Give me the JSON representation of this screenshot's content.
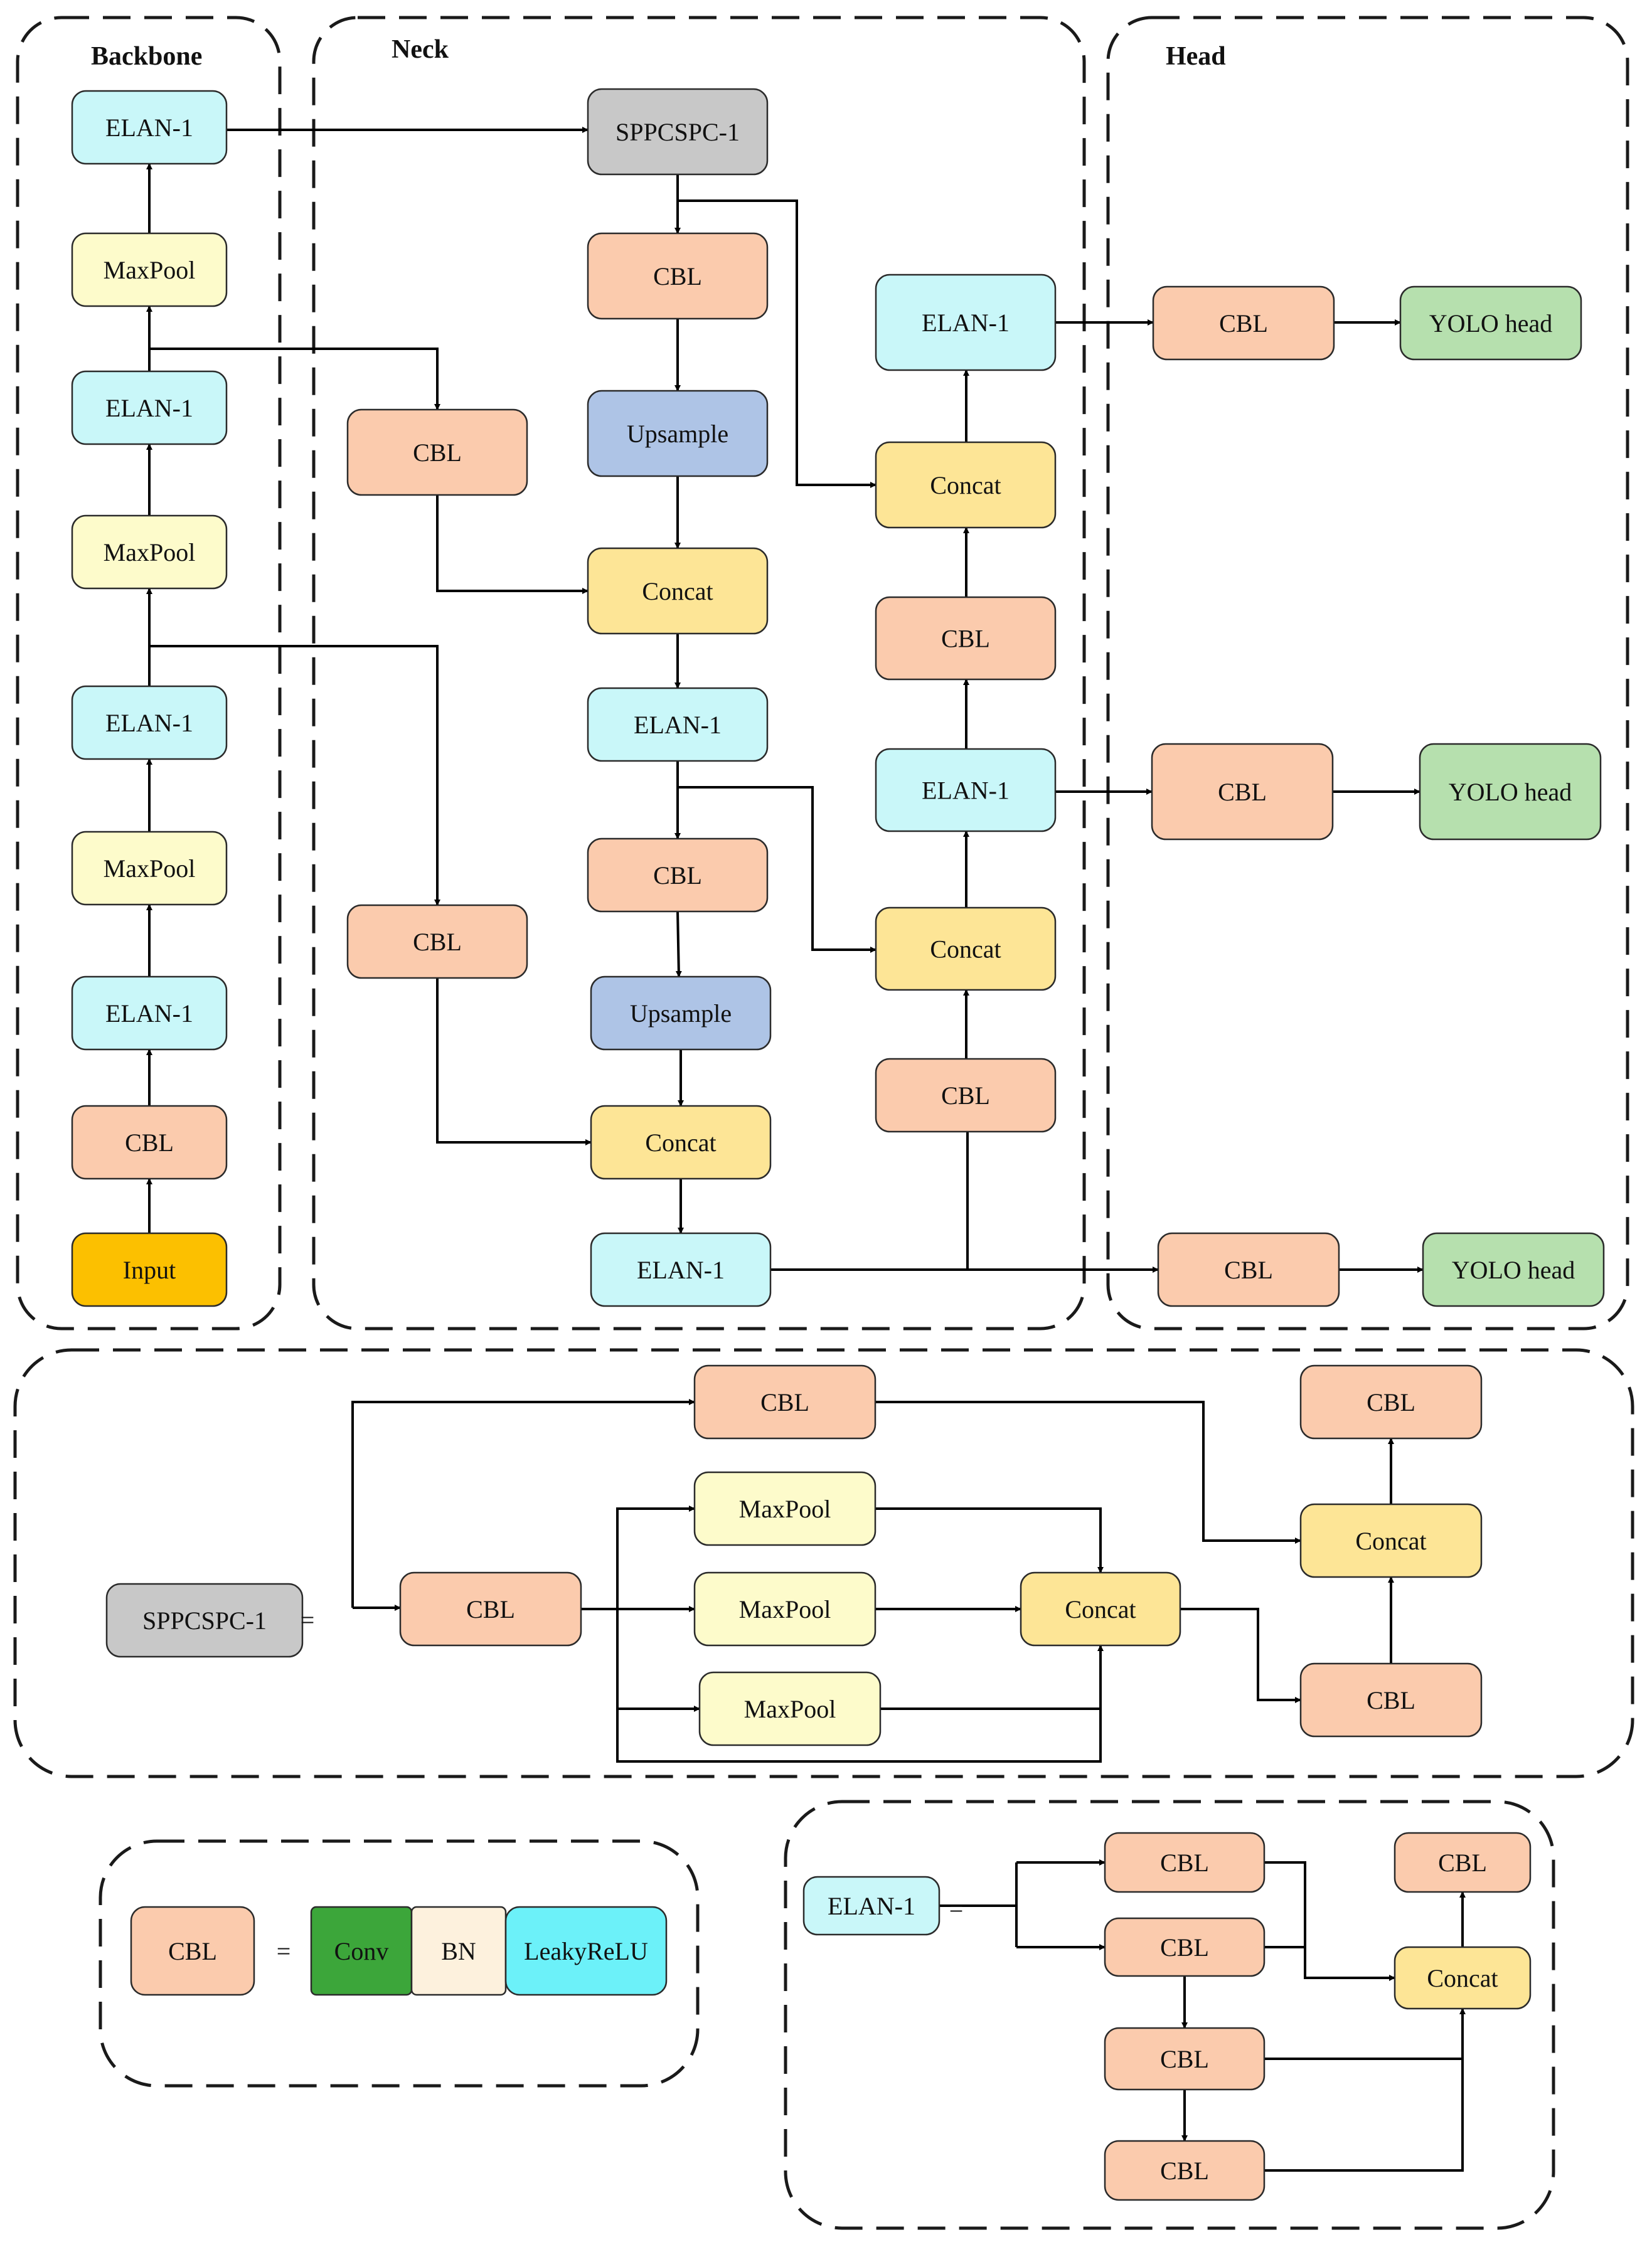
{
  "colors": {
    "CBL": "#fbcbad",
    "ELAN-1": "#c9f7f9",
    "MaxPool": "#fdfbcb",
    "SPPCSPC-1": "#c8c8c8",
    "Upsample": "#aec4e6",
    "Concat": "#fde596",
    "Input": "#fcc000",
    "YOLO head": "#b6e0ae",
    "Conv": "#3ca63a",
    "BN": "#fdf1dd",
    "LeakyReLU": "#6cf1f9"
  },
  "regions": [
    {
      "id": "backbone",
      "label": "Backbone"
    },
    {
      "id": "neck",
      "label": "Neck"
    },
    {
      "id": "head",
      "label": "Head"
    },
    {
      "id": "sppcspc",
      "label": ""
    },
    {
      "id": "cbl-def",
      "label": ""
    },
    {
      "id": "elan-def",
      "label": ""
    }
  ],
  "nodes": [
    {
      "id": "bb_input",
      "label": "Input",
      "type": "Input"
    },
    {
      "id": "bb_cbl",
      "label": "CBL",
      "type": "CBL"
    },
    {
      "id": "bb_elan1",
      "label": "ELAN-1",
      "type": "ELAN-1"
    },
    {
      "id": "bb_mp1",
      "label": "MaxPool",
      "type": "MaxPool"
    },
    {
      "id": "bb_elan2",
      "label": "ELAN-1",
      "type": "ELAN-1"
    },
    {
      "id": "bb_mp2",
      "label": "MaxPool",
      "type": "MaxPool"
    },
    {
      "id": "bb_elan3",
      "label": "ELAN-1",
      "type": "ELAN-1"
    },
    {
      "id": "bb_mp3",
      "label": "MaxPool",
      "type": "MaxPool"
    },
    {
      "id": "bb_elan4",
      "label": "ELAN-1",
      "type": "ELAN-1"
    },
    {
      "id": "nk_spp",
      "label": "SPPCSPC-1",
      "type": "SPPCSPC-1"
    },
    {
      "id": "nk_cbl1",
      "label": "CBL",
      "type": "CBL"
    },
    {
      "id": "nk_up1",
      "label": "Upsample",
      "type": "Upsample"
    },
    {
      "id": "nk_lcbl1",
      "label": "CBL",
      "type": "CBL"
    },
    {
      "id": "nk_cat1",
      "label": "Concat",
      "type": "Concat"
    },
    {
      "id": "nk_elan1",
      "label": "ELAN-1",
      "type": "ELAN-1"
    },
    {
      "id": "nk_cbl2",
      "label": "CBL",
      "type": "CBL"
    },
    {
      "id": "nk_up2",
      "label": "Upsample",
      "type": "Upsample"
    },
    {
      "id": "nk_lcbl2",
      "label": "CBL",
      "type": "CBL"
    },
    {
      "id": "nk_cat2",
      "label": "Concat",
      "type": "Concat"
    },
    {
      "id": "nk_elan2",
      "label": "ELAN-1",
      "type": "ELAN-1"
    },
    {
      "id": "nk_rcbl1",
      "label": "CBL",
      "type": "CBL"
    },
    {
      "id": "nk_rcat1",
      "label": "Concat",
      "type": "Concat"
    },
    {
      "id": "nk_relan1",
      "label": "ELAN-1",
      "type": "ELAN-1"
    },
    {
      "id": "nk_rcbl2",
      "label": "CBL",
      "type": "CBL"
    },
    {
      "id": "nk_rcat2",
      "label": "Concat",
      "type": "Concat"
    },
    {
      "id": "nk_relan2",
      "label": "ELAN-1",
      "type": "ELAN-1"
    },
    {
      "id": "hd_cbl1",
      "label": "CBL",
      "type": "CBL"
    },
    {
      "id": "hd_yolo1",
      "label": "YOLO head",
      "type": "YOLO head"
    },
    {
      "id": "hd_cbl2",
      "label": "CBL",
      "type": "CBL"
    },
    {
      "id": "hd_yolo2",
      "label": "YOLO head",
      "type": "YOLO head"
    },
    {
      "id": "hd_cbl3",
      "label": "CBL",
      "type": "CBL"
    },
    {
      "id": "hd_yolo3",
      "label": "YOLO head",
      "type": "YOLO head"
    },
    {
      "id": "sp_src",
      "label": "SPPCSPC-1",
      "type": "SPPCSPC-1"
    },
    {
      "id": "sp_cbl_in",
      "label": "CBL",
      "type": "CBL"
    },
    {
      "id": "sp_cbl_top",
      "label": "CBL",
      "type": "CBL"
    },
    {
      "id": "sp_mp1",
      "label": "MaxPool",
      "type": "MaxPool"
    },
    {
      "id": "sp_mp2",
      "label": "MaxPool",
      "type": "MaxPool"
    },
    {
      "id": "sp_mp3",
      "label": "MaxPool",
      "type": "MaxPool"
    },
    {
      "id": "sp_cat_mid",
      "label": "Concat",
      "type": "Concat"
    },
    {
      "id": "sp_cbl_low",
      "label": "CBL",
      "type": "CBL"
    },
    {
      "id": "sp_cat_out",
      "label": "Concat",
      "type": "Concat"
    },
    {
      "id": "sp_cbl_out",
      "label": "CBL",
      "type": "CBL"
    },
    {
      "id": "cd_cbl",
      "label": "CBL",
      "type": "CBL"
    },
    {
      "id": "cd_conv",
      "label": "Conv",
      "type": "Conv"
    },
    {
      "id": "cd_bn",
      "label": "BN",
      "type": "BN"
    },
    {
      "id": "cd_relu",
      "label": "LeakyReLU",
      "type": "LeakyReLU"
    },
    {
      "id": "el_src",
      "label": "ELAN-1",
      "type": "ELAN-1"
    },
    {
      "id": "el_cbl1",
      "label": "CBL",
      "type": "CBL"
    },
    {
      "id": "el_cbl2",
      "label": "CBL",
      "type": "CBL"
    },
    {
      "id": "el_cbl3",
      "label": "CBL",
      "type": "CBL"
    },
    {
      "id": "el_cbl4",
      "label": "CBL",
      "type": "CBL"
    },
    {
      "id": "el_cat",
      "label": "Concat",
      "type": "Concat"
    },
    {
      "id": "el_cbl_out",
      "label": "CBL",
      "type": "CBL"
    }
  ],
  "equals_signs": [
    "=",
    "=",
    "="
  ]
}
